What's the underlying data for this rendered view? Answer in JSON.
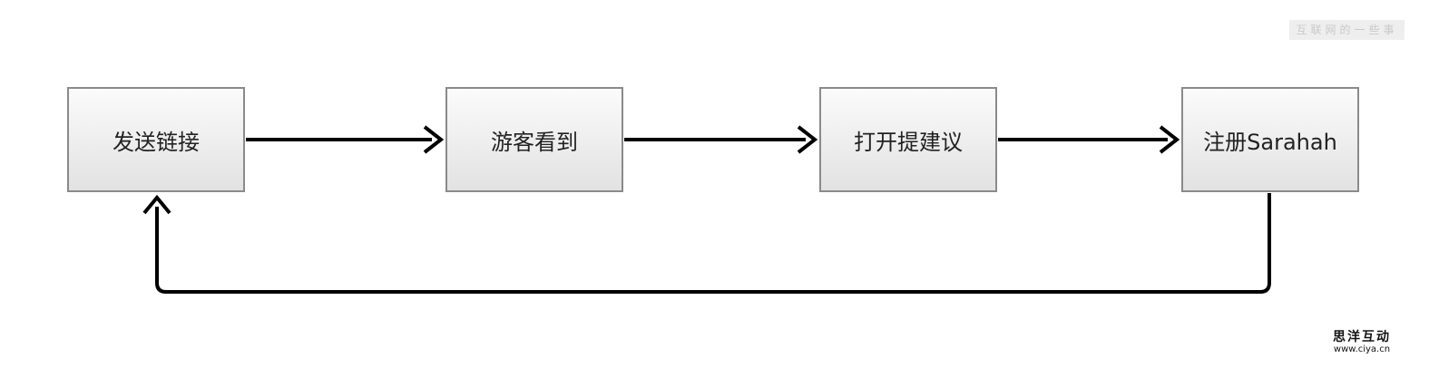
{
  "watermark": {
    "text": "互联网的一些事"
  },
  "nodes": [
    {
      "label": "发送链接"
    },
    {
      "label": "游客看到"
    },
    {
      "label": "打开提建议"
    },
    {
      "label": "注册Sarahah"
    }
  ],
  "edges": [
    {
      "from": "发送链接",
      "to": "游客看到"
    },
    {
      "from": "游客看到",
      "to": "打开提建议"
    },
    {
      "from": "打开提建议",
      "to": "注册Sarahah"
    },
    {
      "from": "注册Sarahah",
      "to": "发送链接"
    }
  ],
  "corner_logo": {
    "title": "思洋互动",
    "url": "www.ciya.cn"
  },
  "colors": {
    "node_border": "#8a8a8a",
    "node_fill_top": "#fbfbfb",
    "node_fill_bottom": "#e2e2e2",
    "edge": "#000000",
    "watermark_bg": "#eeeeee",
    "watermark_text": "#c9c9c9"
  }
}
